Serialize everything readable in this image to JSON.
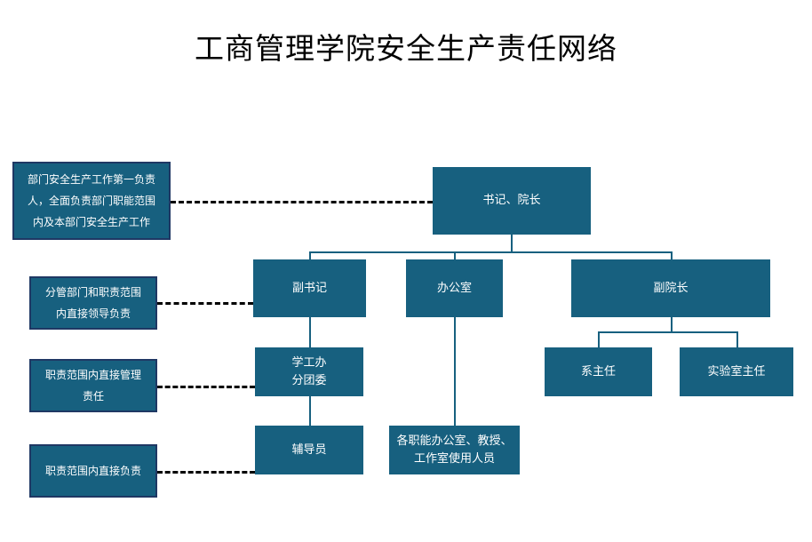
{
  "title": "工商管理学院安全生产责任网络",
  "colors": {
    "node_fill": "#17607F",
    "note_border": "#1F3864",
    "node_text": "#FFFFFF",
    "title_text": "#000000",
    "connector": "#17607F",
    "dashed_link": "#000000",
    "background": "#FFFFFF"
  },
  "org_nodes": {
    "top": "书记、院长",
    "deputy_secretary": "副书记",
    "office": "办公室",
    "vice_dean": "副院长",
    "department_head": "系主任",
    "lab_director": "实验室主任",
    "student_affairs": "学工办\n分团委",
    "counselor": "辅导员",
    "functional_offices": "各职能办公室、教授、\n工作室使用人员"
  },
  "notes": {
    "note_1": "部门安全生产工作第一负责\n人，全面负责部门职能范围\n内及本部门安全生产工作",
    "note_2": "分管部门和职责范围\n内直接领导负责",
    "note_3": "职责范围内直接管理\n责任",
    "note_4": "职责范围内直接负责"
  }
}
